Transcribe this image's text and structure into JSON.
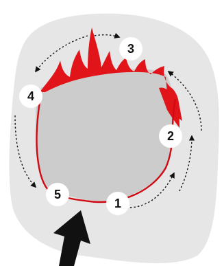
{
  "colors": {
    "background_area": "#e6e6e6",
    "burned_area": "#cccccc",
    "fire": "#e01419",
    "perimeter": "#cf0a12",
    "arrow": "#111111",
    "badge_fill": "#ffffff",
    "badge_text": "#111111"
  },
  "icons": {
    "wind_arrow": "large-black-arrow-icon"
  },
  "labels": {
    "p1": "1",
    "p2": "2",
    "p3": "3",
    "p4": "4",
    "p5": "5"
  }
}
